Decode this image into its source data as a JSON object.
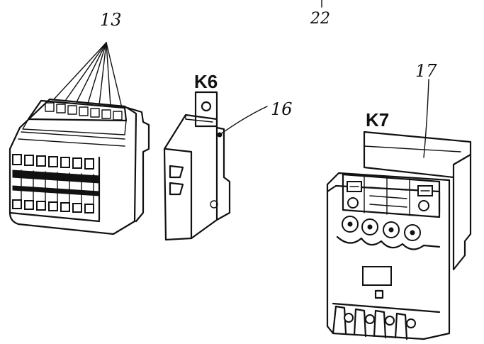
{
  "callouts": {
    "top_number": "22",
    "left_group": "13",
    "middle_device": "K6",
    "middle_pointer": "16",
    "right_device": "K7",
    "right_pointer": "17"
  }
}
